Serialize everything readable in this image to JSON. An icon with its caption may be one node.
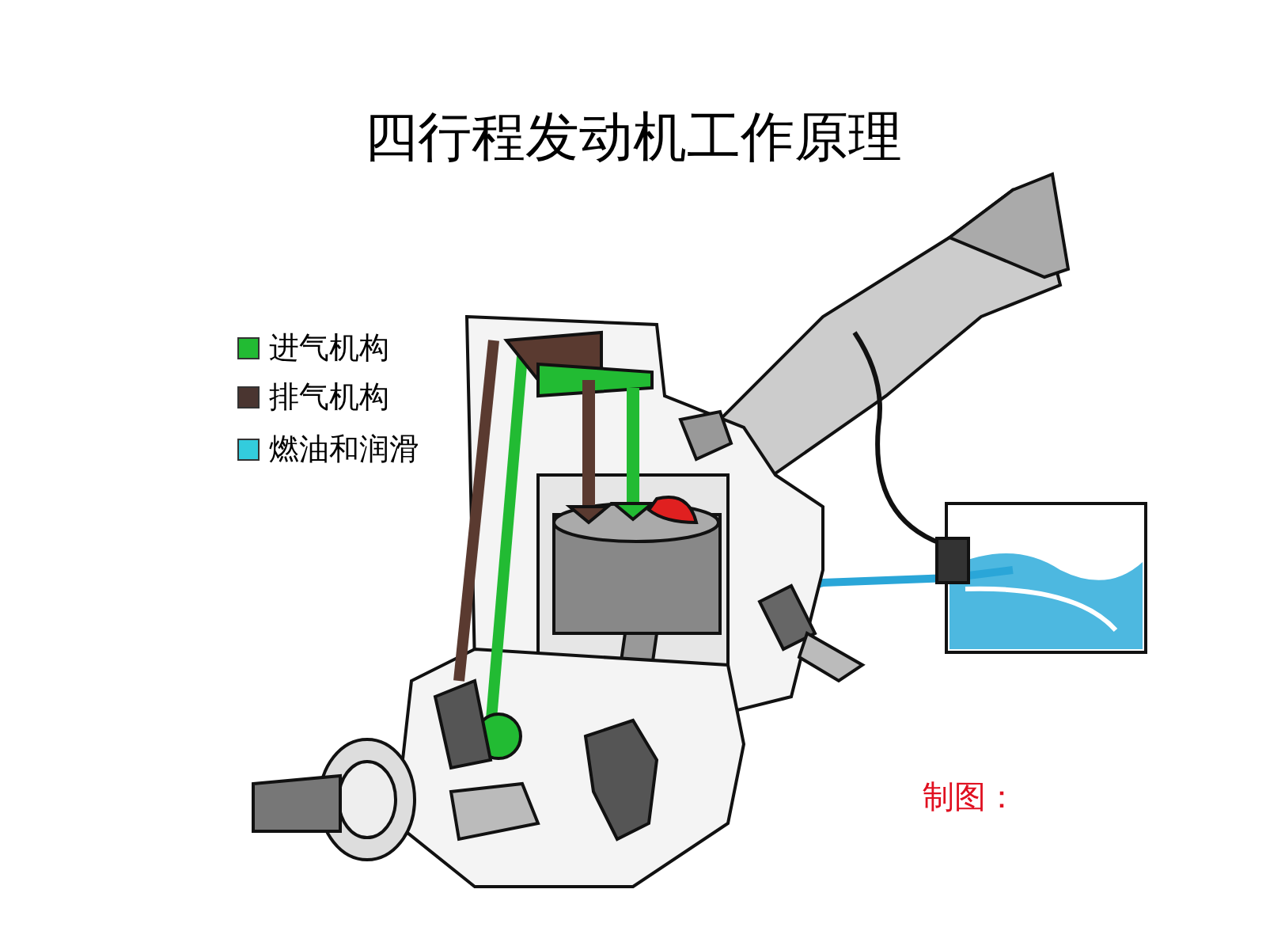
{
  "diagram": {
    "title": "四行程发动机工作原理",
    "labels": [
      "制图："
    ],
    "legend": [
      {
        "text": "进气机构",
        "color": "#22bb33"
      },
      {
        "text": "排气机构",
        "color": "#4a3530"
      },
      {
        "text": "燃油和润滑",
        "color": "#33ccdd"
      }
    ]
  }
}
